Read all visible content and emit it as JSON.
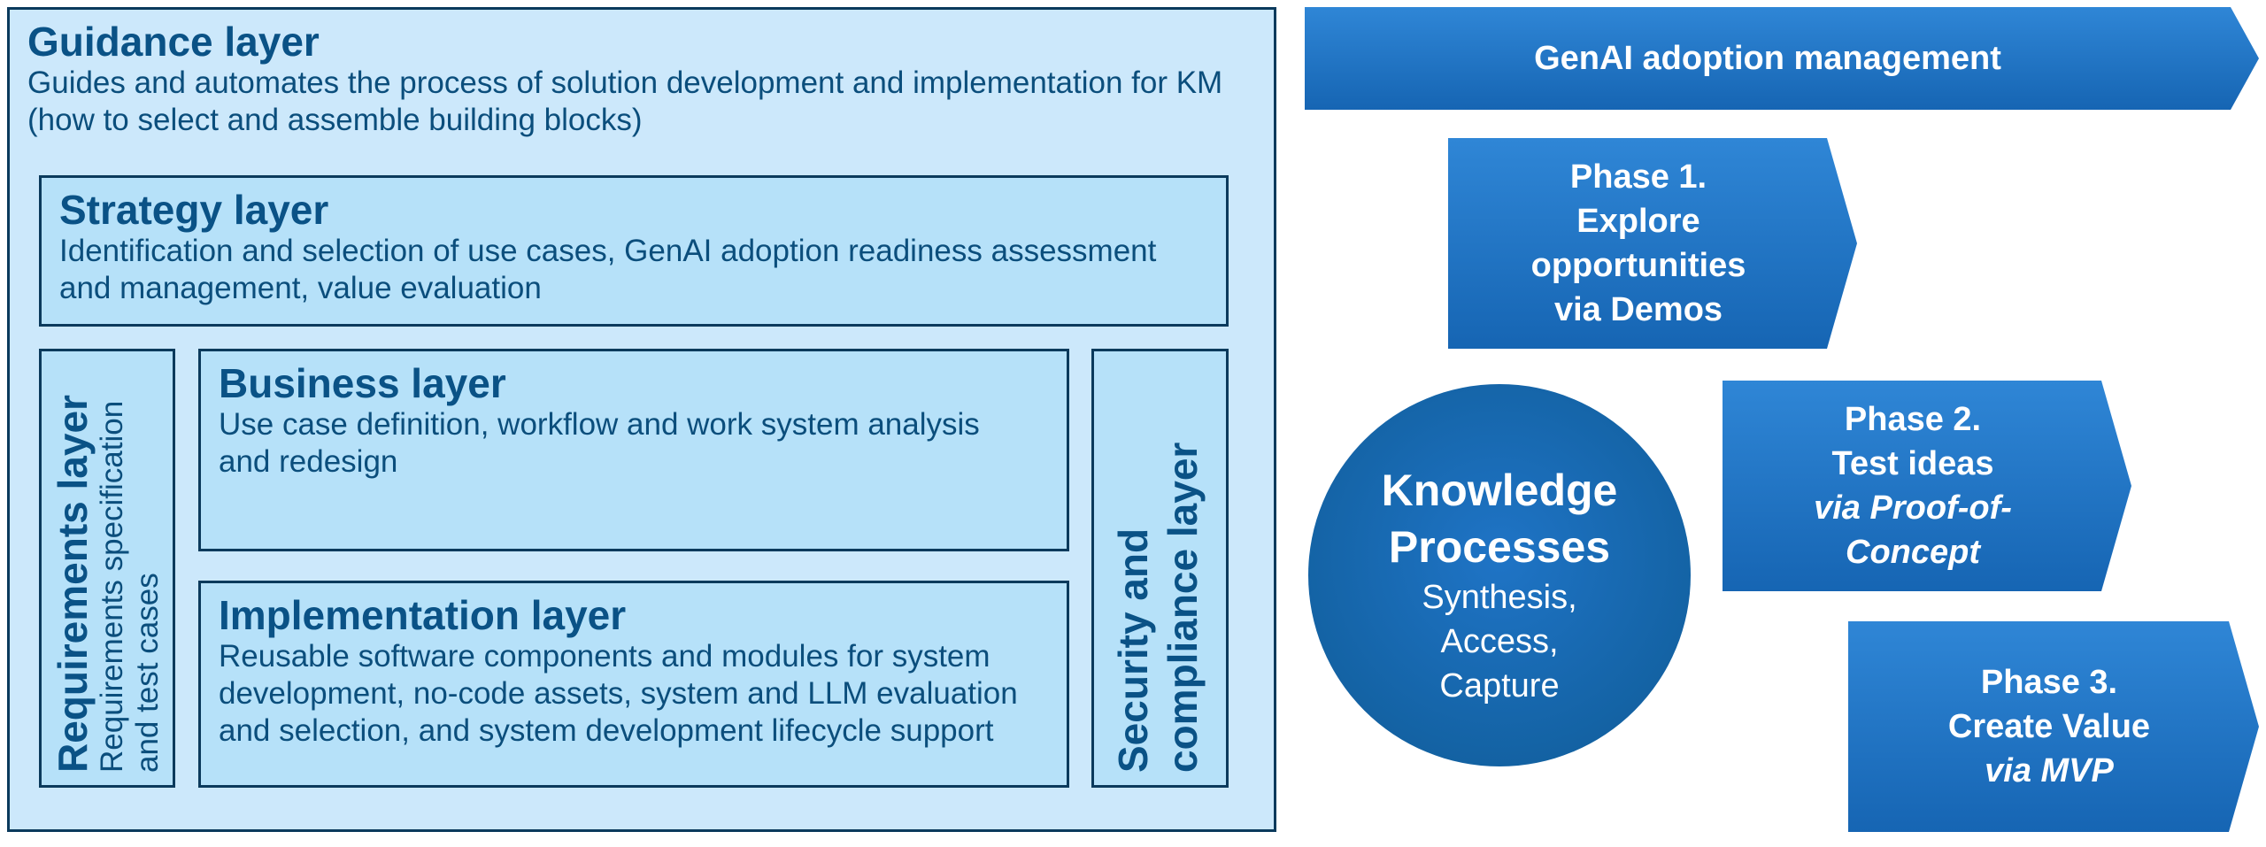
{
  "guidance": {
    "title": "Guidance layer",
    "desc_line1": "Guides and automates the process of solution development and implementation for KM",
    "desc_line2": "(how to select and assemble building blocks)"
  },
  "strategy": {
    "title": "Strategy layer",
    "desc_line1": "Identification and selection of use cases, GenAI adoption readiness assessment",
    "desc_line2": "and management, value evaluation"
  },
  "requirements": {
    "title": "Requirements layer",
    "desc_line1": "Requirements specification",
    "desc_line2": "and test cases"
  },
  "business": {
    "title": "Business layer",
    "desc_line1": "Use case definition, workflow and work system analysis",
    "desc_line2": "and redesign"
  },
  "implementation": {
    "title": "Implementation layer",
    "desc_line1": "Reusable software components and modules for system",
    "desc_line2": "development, no-code assets, system and LLM evaluation",
    "desc_line3": "and selection, and system development lifecycle support"
  },
  "security": {
    "title_line1": "Security and",
    "title_line2": "compliance layer"
  },
  "adoption": {
    "label": "GenAI adoption management"
  },
  "phases": [
    {
      "line1": "Phase 1.",
      "line2": "Explore",
      "line3": "opportunities",
      "line4": "via Demos"
    },
    {
      "line1": "Phase 2.",
      "line2": "Test ideas",
      "line3": "via Proof-of-",
      "line4": "Concept"
    },
    {
      "line1": "Phase 3.",
      "line2": "Create Value",
      "line3": "via MVP"
    }
  ],
  "knowledge": {
    "title_line1": "Knowledge",
    "title_line2": "Processes",
    "sub_line1": "Synthesis,",
    "sub_line2": "Access,",
    "sub_line3": "Capture"
  },
  "colors": {
    "outer_fill": "#cce8fb",
    "inner_fill": "#b6e1f9",
    "border": "#0b3a5c",
    "title_text": "#0a5286",
    "arrow_fill": "#1f74c6",
    "circle_fill": "#1668b4"
  }
}
